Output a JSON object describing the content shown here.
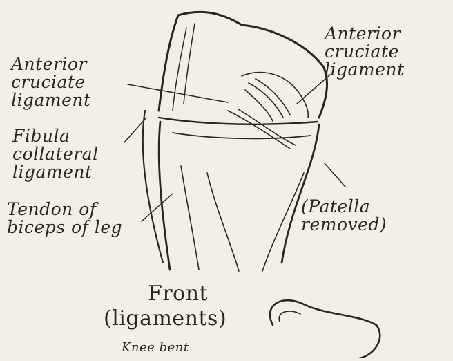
{
  "labels": {
    "anterior_cruciate_left": [
      "Anterior",
      "cruciate",
      "ligament"
    ],
    "anterior_cruciate_right": [
      "Anterior",
      "cruciate",
      "ligament"
    ],
    "fibula_collateral": [
      "Fibula",
      "collateral",
      "ligament"
    ],
    "tendon_biceps": [
      "Tendon of",
      "biceps of leg"
    ],
    "patella": [
      "(Patella",
      "removed)"
    ]
  },
  "caption": {
    "line1": "Front",
    "line2": "(ligaments)",
    "line3": "Knee bent"
  },
  "colors": {
    "paper": "#f3efe6",
    "ink": "#2a2520"
  }
}
